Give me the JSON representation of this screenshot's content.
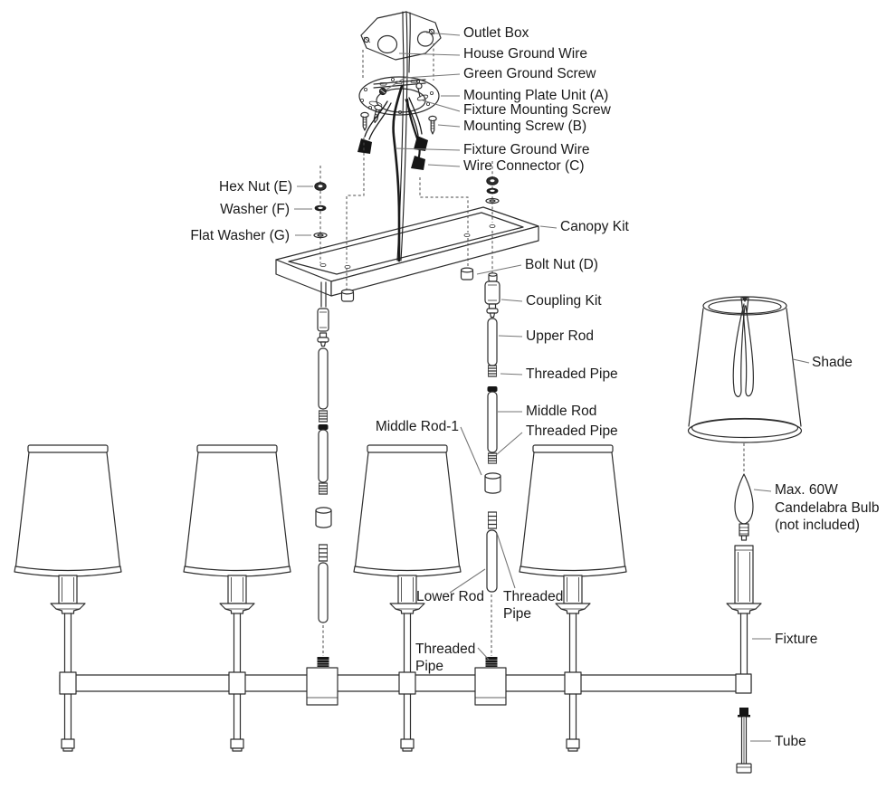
{
  "figure": {
    "background": "#ffffff",
    "line_color": "#2d2d2d",
    "label_color": "#1a1a1a",
    "leader_color": "#767676",
    "description": "Exploded assembly diagram of a 4-light linear chandelier with installation hardware"
  },
  "labels": {
    "outlet_box": "Outlet Box",
    "house_ground_wire": "House Ground Wire",
    "green_ground_screw": "Green Ground Screw",
    "mounting_plate": "Mounting Plate Unit (A)",
    "fixture_mounting_screw": "Fixture Mounting Screw",
    "mounting_screw_b": "Mounting Screw (B)",
    "fixture_ground_wire": "Fixture Ground Wire",
    "wire_connector": "Wire Connector (C)",
    "hex_nut": "Hex Nut (E)",
    "washer": "Washer (F)",
    "flat_washer": "Flat Washer (G)",
    "canopy_kit": "Canopy Kit",
    "bolt_nut": "Bolt Nut (D)",
    "coupling_kit": "Coupling Kit",
    "upper_rod": "Upper Rod",
    "threaded_pipe_upper": "Threaded Pipe",
    "middle_rod": "Middle Rod",
    "middle_rod_1": "Middle Rod-1",
    "threaded_pipe_middle": "Threaded Pipe",
    "shade": "Shade",
    "bulb_line1": "Max. 60W",
    "bulb_line2": "Candelabra Bulb",
    "bulb_line3": "(not included)",
    "lower_rod": "Lower Rod",
    "tp_right_1": "Threaded",
    "tp_right_2": "Pipe",
    "tp_left_1": "Threaded",
    "tp_left_2": "Pipe",
    "fixture": "Fixture",
    "tube": "Tube"
  }
}
